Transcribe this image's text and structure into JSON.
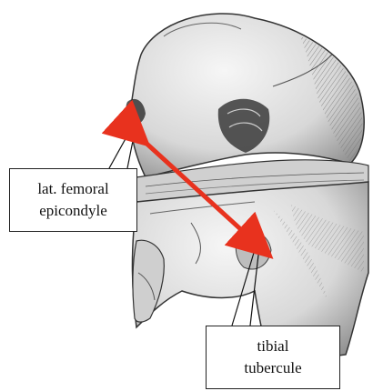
{
  "figure": {
    "labels": {
      "femoral": {
        "line1": "lat. femoral",
        "line2": "epicondyle"
      },
      "tibial": {
        "line1": "tibial",
        "line2": "tubercule"
      }
    },
    "colors": {
      "measurement_arrow": "#e8321e",
      "leader_line": "#111111",
      "bone_fill": "#e6e6e6",
      "bone_shade": "#4a4a4a"
    }
  }
}
